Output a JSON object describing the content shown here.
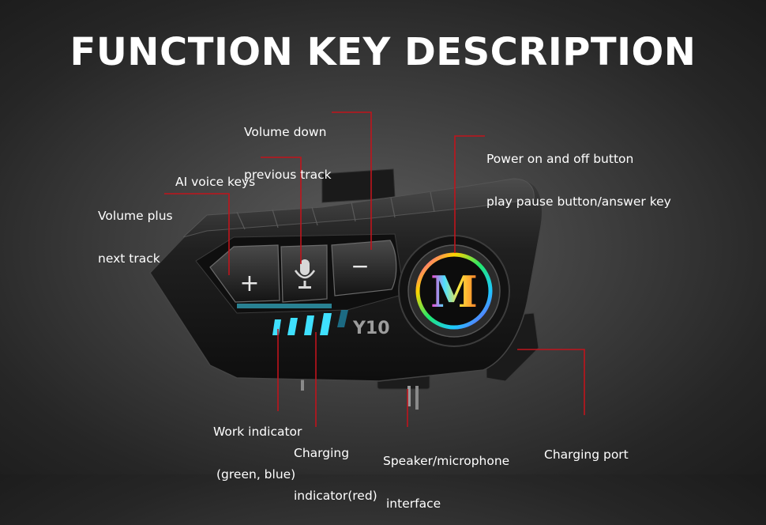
{
  "title": "FUNCTION KEY DESCRIPTION",
  "device": {
    "logo_letter": "M",
    "model": "Y10",
    "buttons": {
      "plus": "+",
      "minus": "−"
    }
  },
  "labels": {
    "volume_down": [
      "Volume down",
      "previous track"
    ],
    "ai_voice": [
      "AI voice keys"
    ],
    "volume_plus": [
      "Volume plus",
      "next track"
    ],
    "power": [
      "Power on and off button",
      "play pause button/answer key"
    ],
    "work_indicator": [
      "Work indicator",
      "(green, blue)"
    ],
    "charging_indicator": [
      "Charging",
      "indicator(red)"
    ],
    "speaker_mic": [
      "Speaker/microphone",
      "interface"
    ],
    "charging_port": [
      "Charging port"
    ]
  },
  "colors": {
    "leader": "#c0141c",
    "indicator": "#3fe0ff",
    "body": "#1c1c1c"
  }
}
